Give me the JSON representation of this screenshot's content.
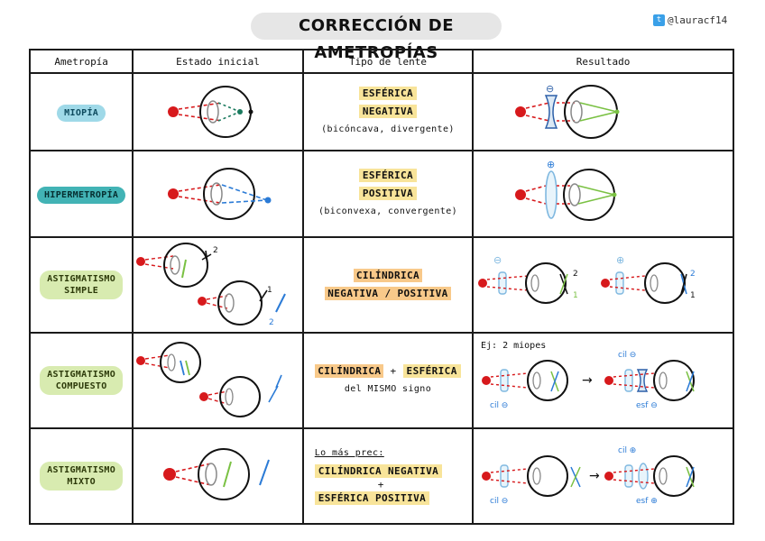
{
  "header": {
    "title": "CORRECCIÓN DE AMETROPÍAS",
    "handle": "@lauracf14"
  },
  "columns": [
    "Ametropía",
    "Estado inicial",
    "Tipo de lente",
    "Resultado"
  ],
  "rows": [
    {
      "name": "MIOPÍA",
      "lens": {
        "line1": "ESFÉRICA",
        "line2": "NEGATIVA",
        "line3": "(bicóncava, divergente)"
      },
      "result_sign": "⊖"
    },
    {
      "name": "HIPERMETROPÍA",
      "lens": {
        "line1": "ESFÉRICA",
        "line2": "POSITIVA",
        "line3": "(biconvexa, convergente)"
      },
      "result_sign": "⊕"
    },
    {
      "name_line1": "ASTIGMATISMO",
      "name_line2": "SIMPLE",
      "lens": {
        "line1": "CILÍNDRICA",
        "line2": "NEGATIVA / POSITIVA"
      },
      "labels": {
        "n1": "1",
        "n2": "2",
        "minus": "⊖",
        "plus": "⊕"
      }
    },
    {
      "name_line1": "ASTIGMATISMO",
      "name_line2": "COMPUESTO",
      "lens": {
        "part1": "CILÍNDRICA",
        "plus": "+",
        "part2": "ESFÉRICA",
        "line2": "del MISMO signo"
      },
      "result": {
        "example": "Ej: 2 miopes",
        "cil": "cil ⊖",
        "esf": "esf ⊖",
        "arrow": "→"
      }
    },
    {
      "name_line1": "ASTIGMATISMO",
      "name_line2": "MIXTO",
      "lens": {
        "intro": "Lo más prec:",
        "line1": "CILÍNDRICA NEGATIVA",
        "plus": "+",
        "line2": "ESFÉRICA POSITIVA"
      },
      "result": {
        "cil_minus": "cil ⊖",
        "cil_plus": "cil ⊕",
        "esf_plus": "esf ⊕",
        "arrow": "→"
      }
    }
  ],
  "colors": {
    "red": "#d7191c",
    "blue": "#2b7bd6",
    "green": "#7ac143",
    "lens_blue": "#7fb8e0",
    "teal": "#2b8a7a"
  }
}
